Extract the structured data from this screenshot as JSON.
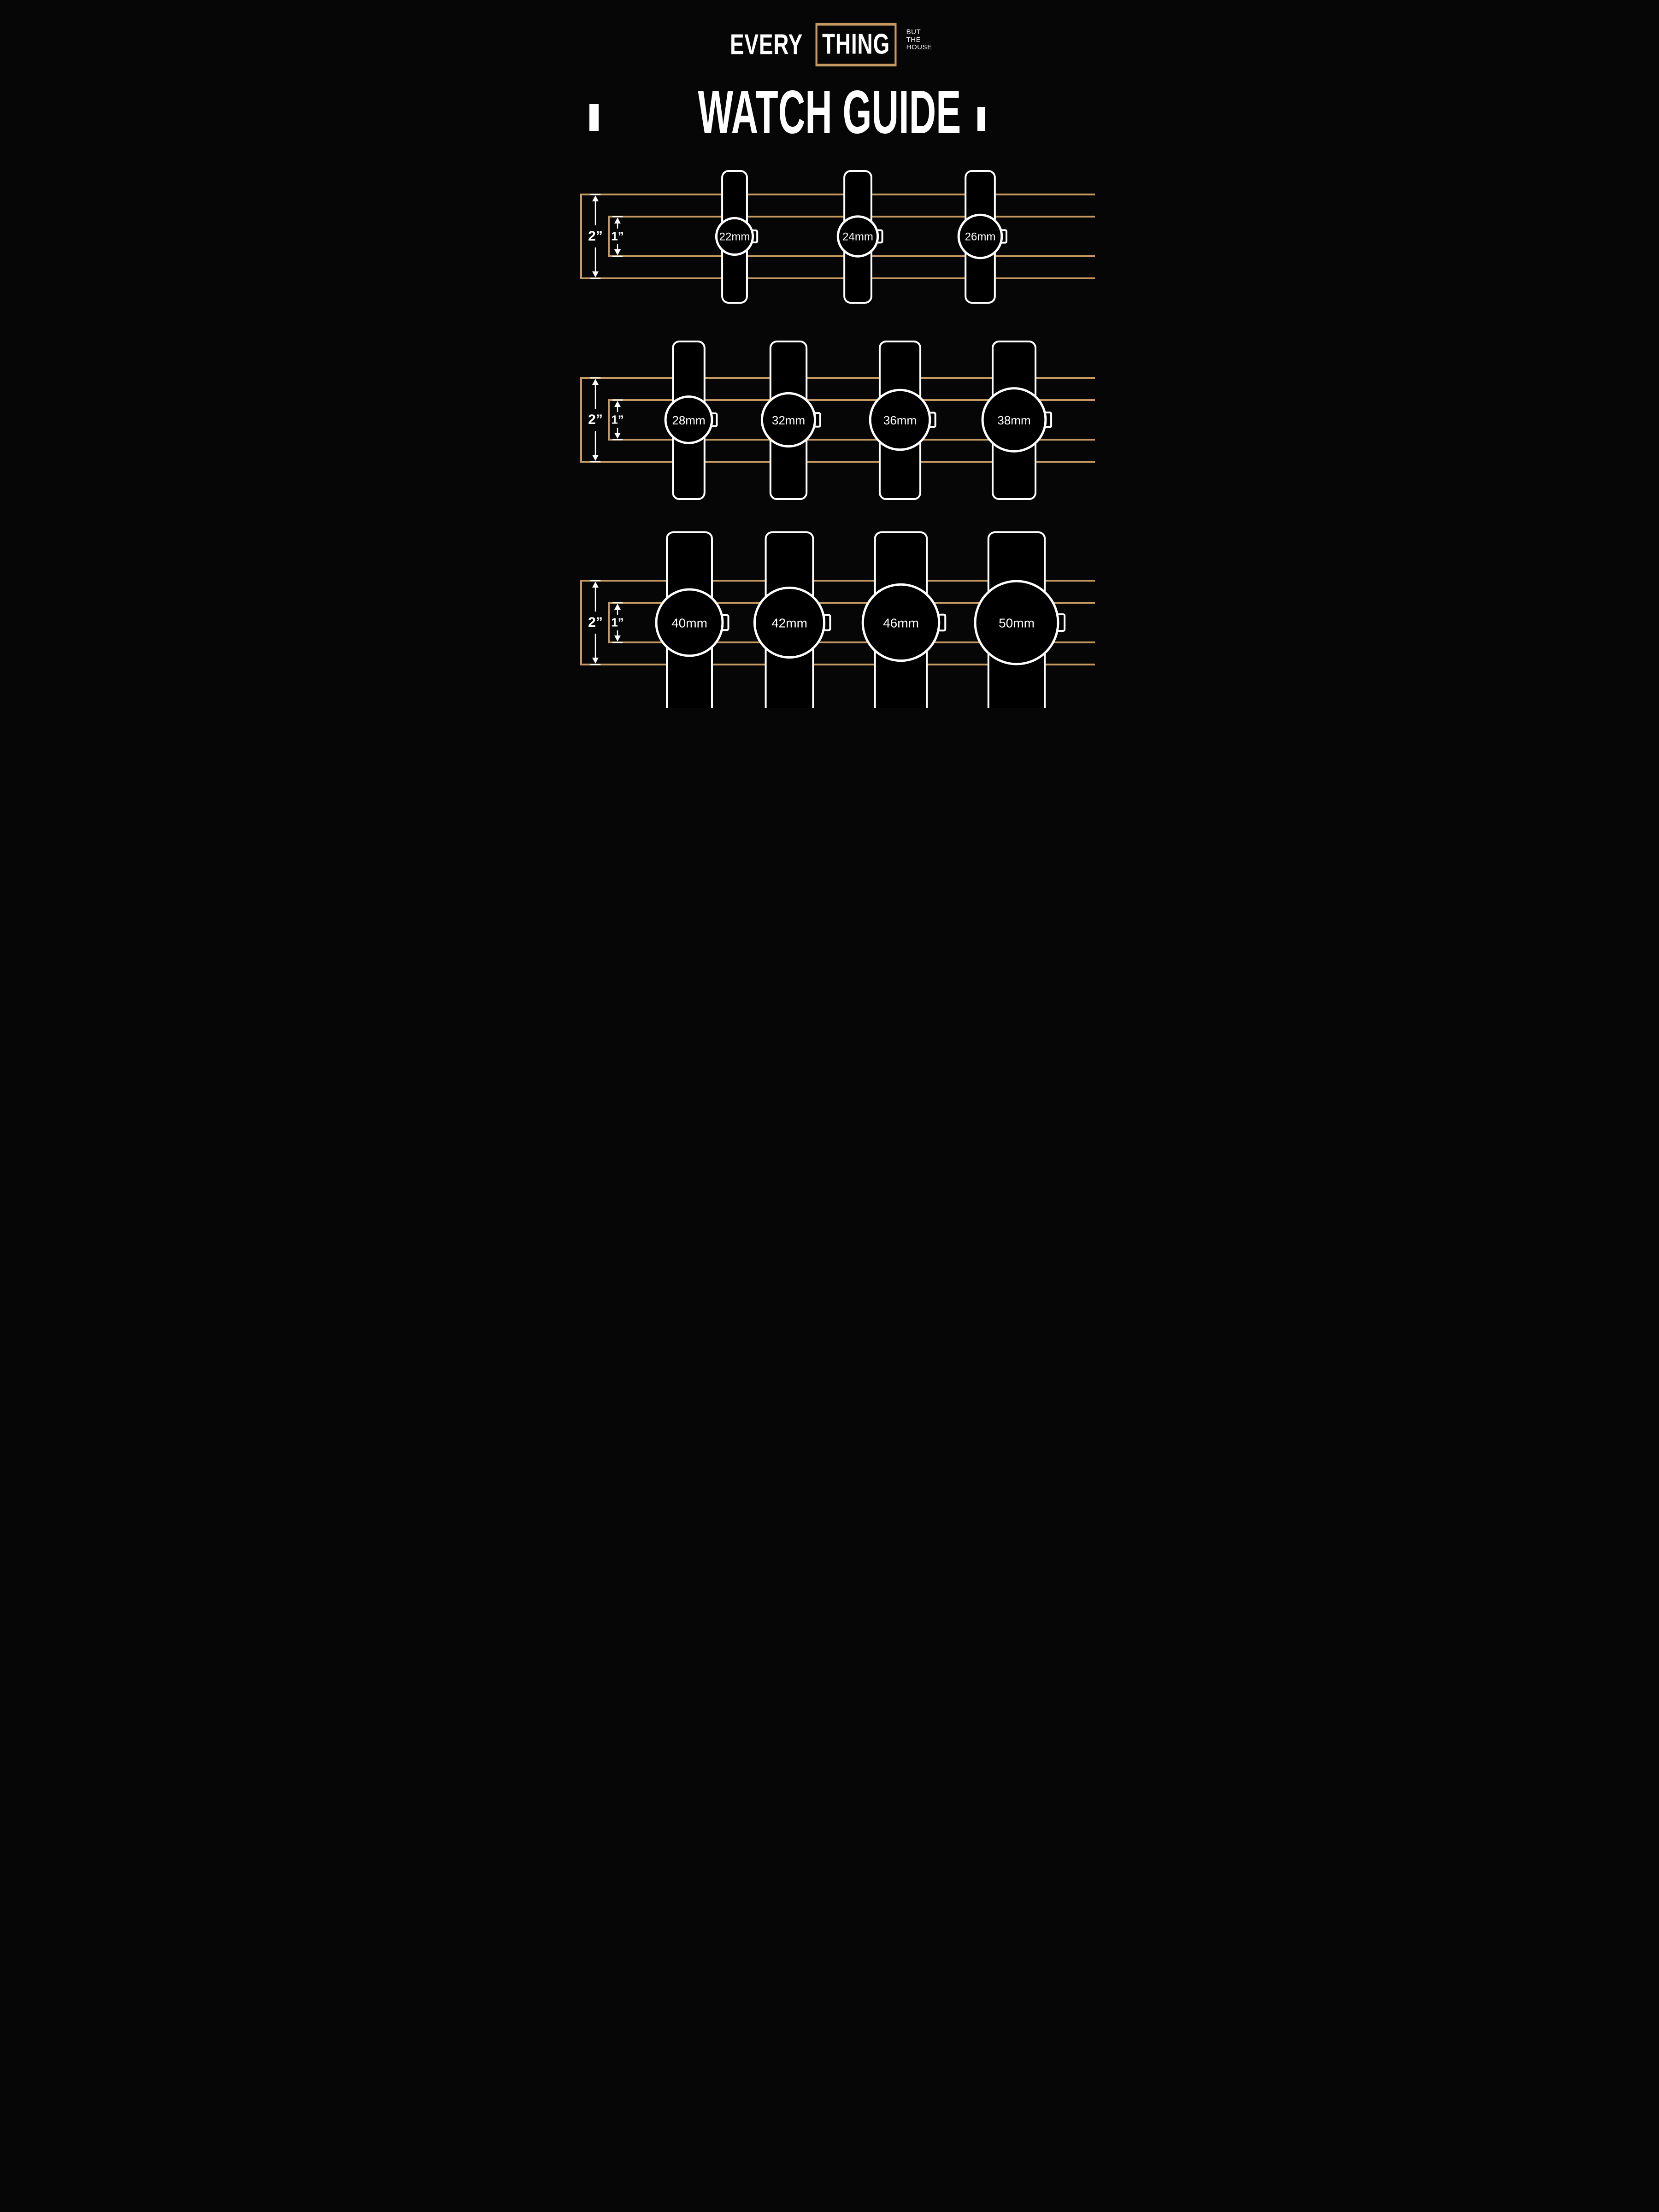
{
  "logo": {
    "word_left": "EVERY",
    "word_boxed": "THING",
    "tagline": [
      "BUT",
      "THE",
      "HOUSE"
    ]
  },
  "title": "WATCH GUIDE",
  "measure": {
    "outer_label": "2”",
    "inner_label": "1”"
  },
  "colors": {
    "background": "#060606",
    "gold": "#c49a62",
    "white": "#ffffff",
    "watch_fill": "#000000"
  },
  "rows": [
    {
      "watches": [
        {
          "label": "22mm",
          "mm": 22
        },
        {
          "label": "24mm",
          "mm": 24
        },
        {
          "label": "26mm",
          "mm": 26
        }
      ]
    },
    {
      "watches": [
        {
          "label": "28mm",
          "mm": 28
        },
        {
          "label": "32mm",
          "mm": 32
        },
        {
          "label": "36mm",
          "mm": 36
        },
        {
          "label": "38mm",
          "mm": 38
        }
      ]
    },
    {
      "watches": [
        {
          "label": "40mm",
          "mm": 40
        },
        {
          "label": "42mm",
          "mm": 42
        },
        {
          "label": "46mm",
          "mm": 46
        },
        {
          "label": "50mm",
          "mm": 50
        }
      ]
    }
  ]
}
